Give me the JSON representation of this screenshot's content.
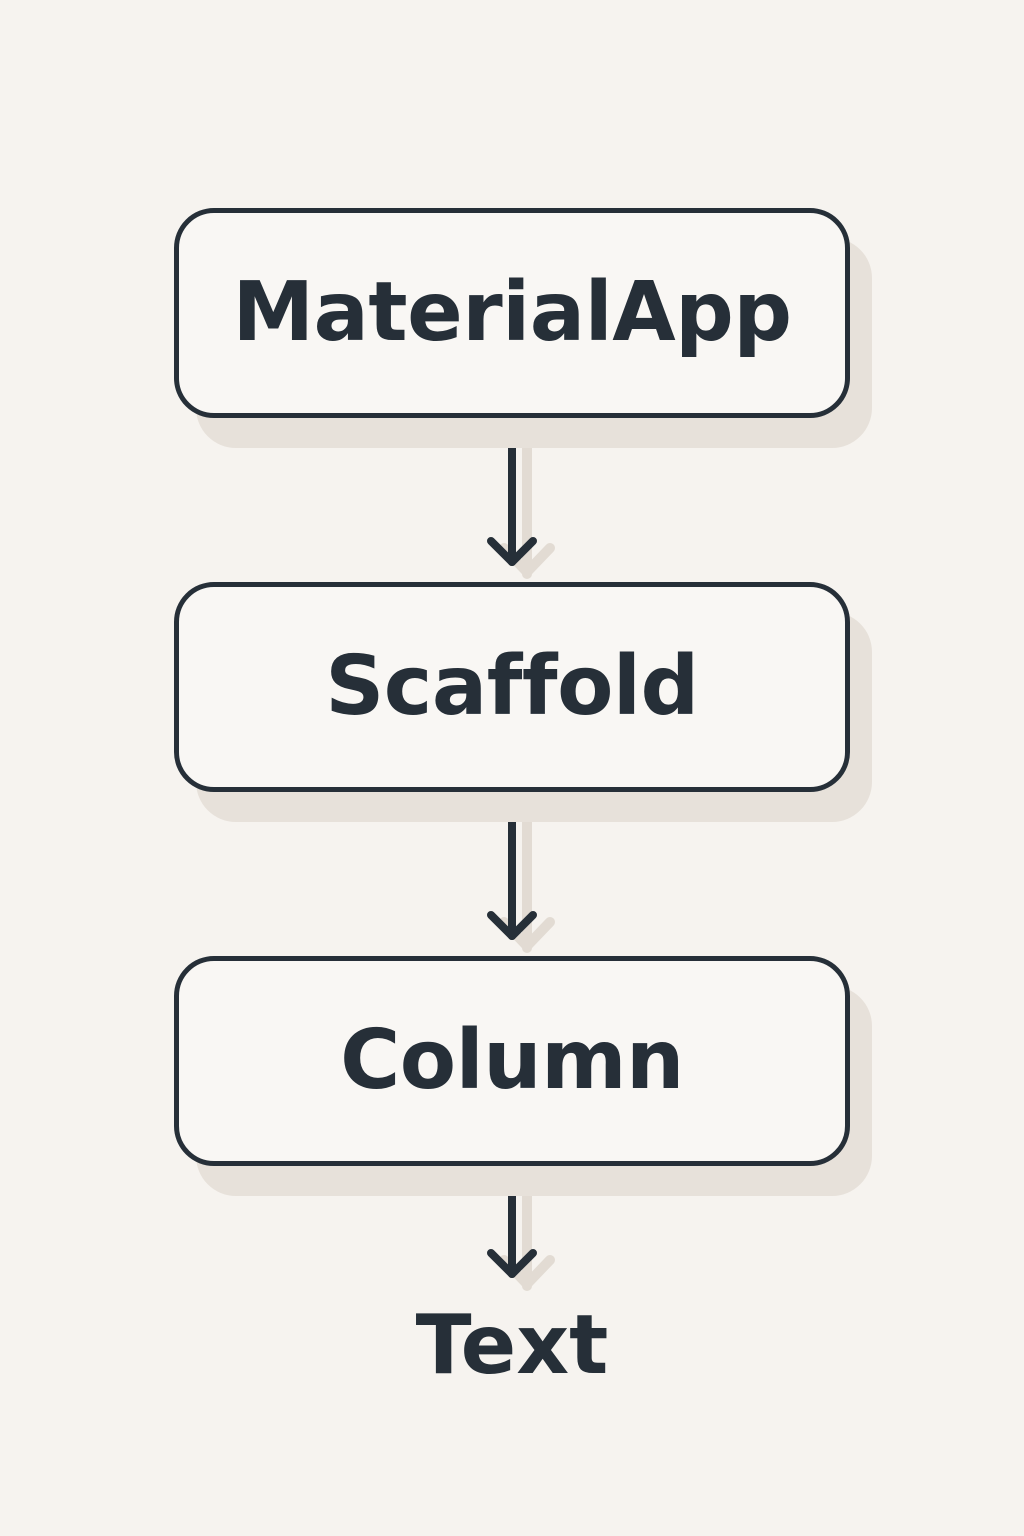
{
  "diagram": {
    "nodes": [
      {
        "label": "MaterialApp"
      },
      {
        "label": "Scaffold"
      },
      {
        "label": "Column"
      }
    ],
    "leaf": {
      "label": "Text"
    }
  },
  "colors": {
    "background": "#f6f3ef",
    "node_fill": "#f9f7f4",
    "stroke": "#262f38",
    "shadow": "#e7e1da"
  }
}
